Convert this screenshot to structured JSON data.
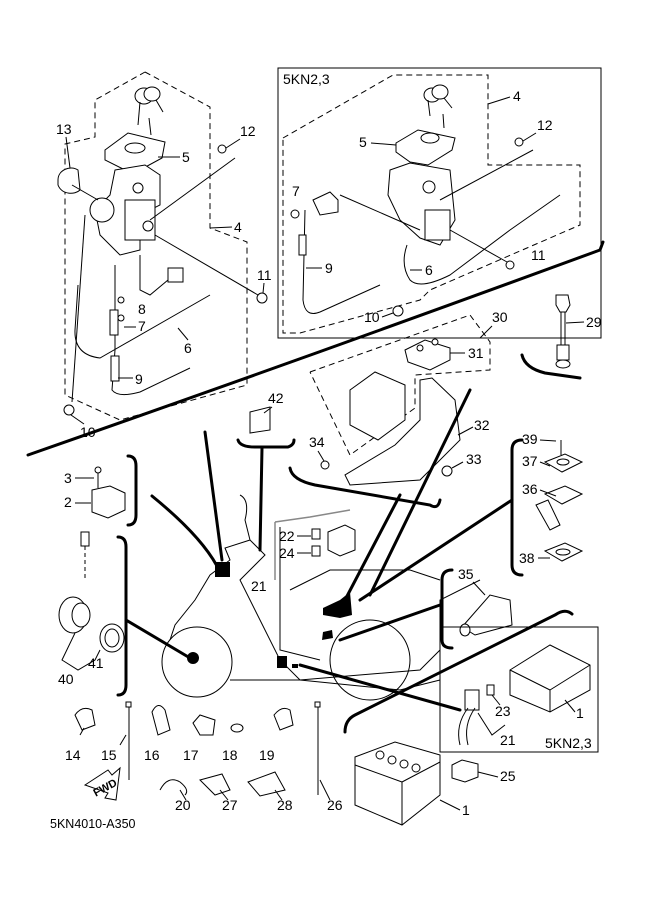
{
  "diagram": {
    "drawing_code": "5KN4010-A350",
    "variant_box_label": "5KN2,3",
    "fwd_arrow_text": "FWD",
    "callouts": {
      "main_switch_assy": "4",
      "key_cover": "5",
      "bolt_12": "12",
      "knob_13": "13",
      "screw_11": "11",
      "collar_8": "8",
      "screw_7": "7",
      "seat_lock_cable_6": "6",
      "cable_9": "9",
      "bolt_10": "10",
      "v_main_switch_assy": "4",
      "v_key_cover": "5",
      "v_bolt_12": "12",
      "v_screw_7": "7",
      "v_cable_9": "9",
      "v_cable_6": "6",
      "v_screw_11": "11",
      "v_bolt_10": "10",
      "fuel_sender_29": "29",
      "cdi_unit_30": "30",
      "damper_31": "31",
      "bracket_32": "32",
      "nut_33": "33",
      "screw_34": "34",
      "label_42": "42",
      "bolt_39": "39",
      "plate_37": "37",
      "fuel_gauge_unit_36": "36",
      "gasket_38": "38",
      "screw_3": "3",
      "relay_2": "2",
      "harness_21": "21",
      "fuse_22": "22",
      "fuse_24": "24",
      "neutral_switch_40": "40",
      "oring_41": "41",
      "starter_relay_35": "35",
      "v_battery_1": "1",
      "v_fuse_23": "23",
      "v_harness_21": "21",
      "clamp_14": "14",
      "band_15": "15",
      "clamp_16": "16",
      "clamp_17": "17",
      "clamp_18": "18",
      "clamp_19": "19",
      "clamp_20": "20",
      "clamp_27": "27",
      "clamp_28": "28",
      "band_26": "26",
      "relay_25": "25",
      "battery_1": "1"
    }
  }
}
